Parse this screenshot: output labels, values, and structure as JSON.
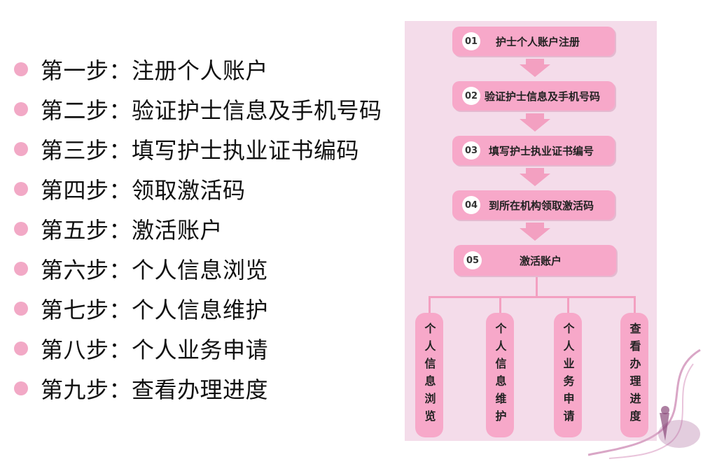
{
  "steps": [
    {
      "text": "第一步：注册个人账户"
    },
    {
      "text": "第二步：验证护士信息及手机号码"
    },
    {
      "text": "第三步：填写护士执业证书编码"
    },
    {
      "text": "第四步：领取激活码"
    },
    {
      "text": "第五步：激活账户"
    },
    {
      "text": "第六步：个人信息浏览"
    },
    {
      "text": "第七步：个人信息维护"
    },
    {
      "text": "第八步：个人业务申请"
    },
    {
      "text": "第九步：查看办理进度"
    }
  ],
  "flow": {
    "boxes": [
      {
        "num": "01",
        "label": "护士个人账户注册"
      },
      {
        "num": "02",
        "label": "验证护士信息及手机号码"
      },
      {
        "num": "03",
        "label": "填写护士执业证书编号"
      },
      {
        "num": "04",
        "label": "到所在机构领取激活码"
      },
      {
        "num": "05",
        "label": "激活账户"
      }
    ],
    "branches": [
      {
        "label": "个人信息浏览"
      },
      {
        "label": "个人信息维护"
      },
      {
        "label": "个人业务申请"
      },
      {
        "label": "查看办理进度"
      }
    ]
  },
  "colors": {
    "accent": "#f7a8c9",
    "panel": "#f4dcea",
    "bullet": "#f2a9c6"
  }
}
